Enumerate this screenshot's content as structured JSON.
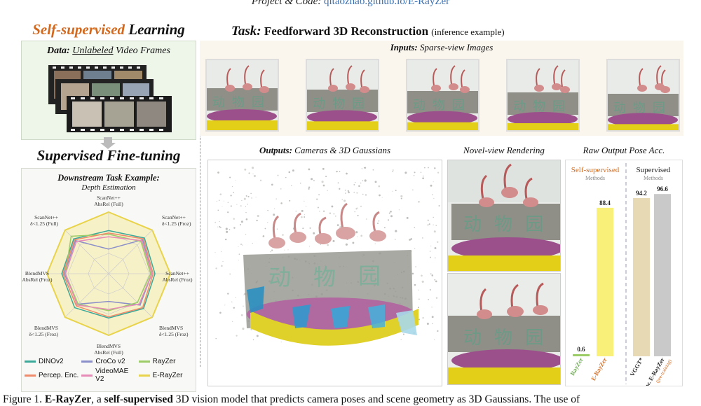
{
  "project": {
    "prefix": "Project & Code:",
    "url": "qitaozhao.github.io/E-RayZer"
  },
  "left": {
    "title_highlight": "Self-supervised",
    "title_rest": "Learning",
    "data_label_bold": "Data:",
    "data_label_underline": "Unlabeled",
    "data_label_rest": "Video Frames",
    "finetune_title": "Supervised Fine-tuning",
    "downstream_title": "Downstream Task Example:",
    "downstream_sub": "Depth Estimation"
  },
  "radar": {
    "axes": [
      {
        "l1": "ScanNet++",
        "l2": "AbsRel (Full)"
      },
      {
        "l1": "ScanNet++",
        "l2": "δ<1.25 (Froz)"
      },
      {
        "l1": "ScanNet++",
        "l2": "AbsRel (Froz)"
      },
      {
        "l1": "BlendMVS",
        "l2": "δ<1.25 (Froz)"
      },
      {
        "l1": "BlendMVS",
        "l2": "AbsRel (Full)"
      },
      {
        "l1": "BlendMVS",
        "l2": "δ<1.25 (Froz)"
      },
      {
        "l1": "BlendMVS",
        "l2": "AbsRel (Froz)"
      },
      {
        "l1": "ScanNet++",
        "l2": "δ<1.25 (Full)"
      }
    ],
    "legend": [
      {
        "name": "DINOv2",
        "color": "#3aa99a"
      },
      {
        "name": "CroCo v2",
        "color": "#8a8fc9"
      },
      {
        "name": "RayZer",
        "color": "#9ccc65"
      },
      {
        "name": "Percep. Enc.",
        "color": "#ef8a6a"
      },
      {
        "name": "VideoMAE V2",
        "color": "#e68ab8"
      },
      {
        "name": "E-RayZer",
        "color": "#e8d34a"
      }
    ]
  },
  "task": {
    "title_italic": "Task:",
    "title_bold": "Feedforward 3D Reconstruction",
    "title_note": "(inference example)",
    "inputs_bold": "Inputs:",
    "inputs_rest": "Sparse-view Images",
    "outputs_bold": "Outputs:",
    "outputs_rest": "Cameras & 3D Gaussians",
    "novel_label": "Novel-view Rendering",
    "pose_label": "Raw Output Pose Acc.",
    "sign_chars": [
      "动",
      "物",
      "园"
    ]
  },
  "pose_chart": {
    "group_self": "Self-supervised",
    "group_sup": "Supervised",
    "group_sub": "Methods",
    "bars": [
      {
        "label": "RayZer",
        "value": 0.6,
        "value_text": "0.6",
        "color": "#9ccc65",
        "label_color": "#6aa84f"
      },
      {
        "label": "E-RayZer",
        "value": 88.4,
        "value_text": "88.4",
        "color": "#f9f07a",
        "label_color": "#d2691e"
      },
      {
        "label": "VGGT*",
        "value": 94.2,
        "value_text": "94.2",
        "color": "#e8d9b5",
        "label_color": "#222222"
      },
      {
        "label": "VGGT* w. E-RayZer",
        "sublabel": "(pre-training)",
        "value": 96.6,
        "value_text": "96.6",
        "color": "#c9c9c9",
        "label_color": "#222222"
      }
    ]
  },
  "caption": {
    "prefix": "Figure 1.",
    "name": "E-RayZer",
    "mid": ", a",
    "bold2": "self-supervised",
    "rest": "3D vision model that predicts camera poses and scene geometry as 3D Gaussians.  The use of"
  }
}
